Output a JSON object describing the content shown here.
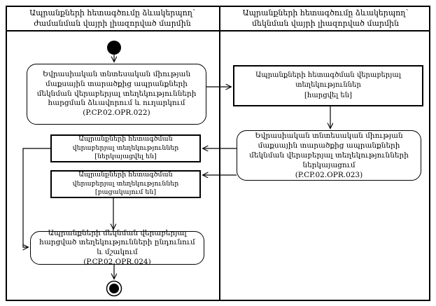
{
  "lanes": {
    "left": {
      "title": "Ապրանքների հետագծումը ձևակերպող՝ ժամանման վայրի լիազորված մարմին"
    },
    "right": {
      "title": "Ապրանքների հետագծումը ձևակերպող՝ մեկնման վայրի լիազորված մարմին"
    }
  },
  "nodes": {
    "activity_022": {
      "text": "Եվրասիական տնտեսական միության մաքսային տարածքից ապրանքների մեկնման վերաբերյալ տեղեկությունների հարցման ձևավորում և ուղարկում",
      "code": "(P.CP.02.OPR.022)"
    },
    "object_requested": {
      "text": "Ապրանքների հետագծման վերաբերյալ տեղեկություններ",
      "state": "[հարցվել են]"
    },
    "activity_023": {
      "text": "Եվրասիական տնտեսական միության մաքսային տարածքից ապրանքների մեկնման վերաբերյալ տեղեկությունների ներկայացում",
      "code": "(P.CP.02.OPR.023)"
    },
    "object_submitted": {
      "text": "Ապրանքների հետագծման վերաբերյալ տեղեկություններ",
      "state": "[ներկայացվել են]"
    },
    "object_absent": {
      "text": "Ապրանքների հետագծման վերաբերյալ տեղեկություններ",
      "state": "[բացակայում են]"
    },
    "activity_024": {
      "text": "Ապրանքների մեկնման վերաբերյալ հարցված տեղեկությունների ընդունում և մշակում",
      "code": "(P.CP.02.OPR.024)"
    }
  },
  "colors": {
    "line": "#000000",
    "background": "#ffffff"
  }
}
